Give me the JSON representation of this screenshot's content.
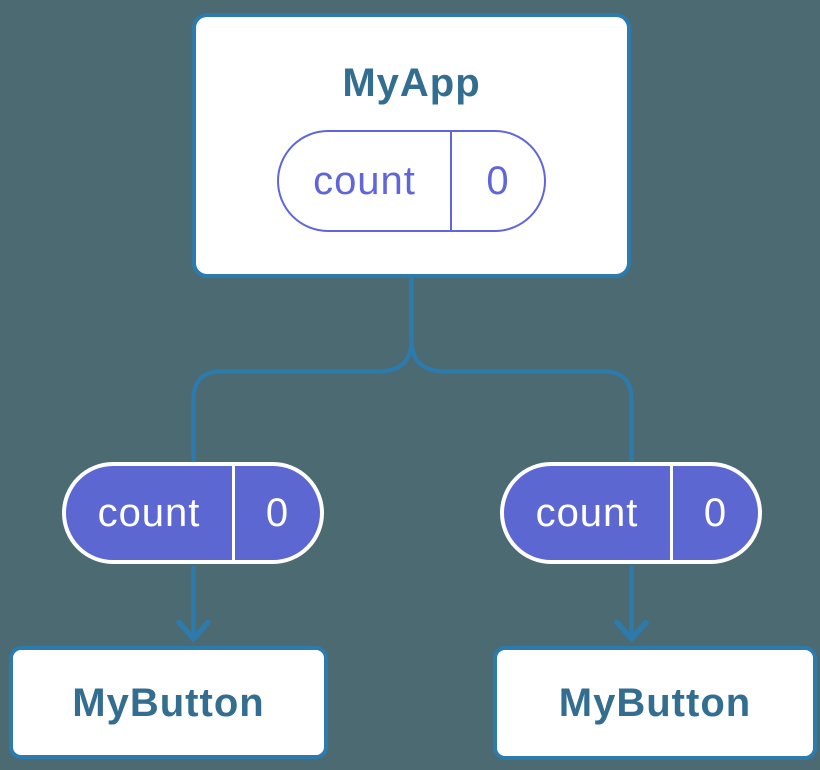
{
  "colors": {
    "background": "#4B6A72",
    "line": "#2D7AAC",
    "node_fill": "#FFFFFF",
    "node_text": "#336E91",
    "pill_fill": "#5D67D2",
    "pill_outline": "#6065DA",
    "pill_text_on_fill": "#FFFFFF"
  },
  "root": {
    "title": "MyApp",
    "state": {
      "name": "count",
      "value": "0"
    }
  },
  "children": [
    {
      "prop": {
        "name": "count",
        "value": "0"
      },
      "title": "MyButton"
    },
    {
      "prop": {
        "name": "count",
        "value": "0"
      },
      "title": "MyButton"
    }
  ]
}
